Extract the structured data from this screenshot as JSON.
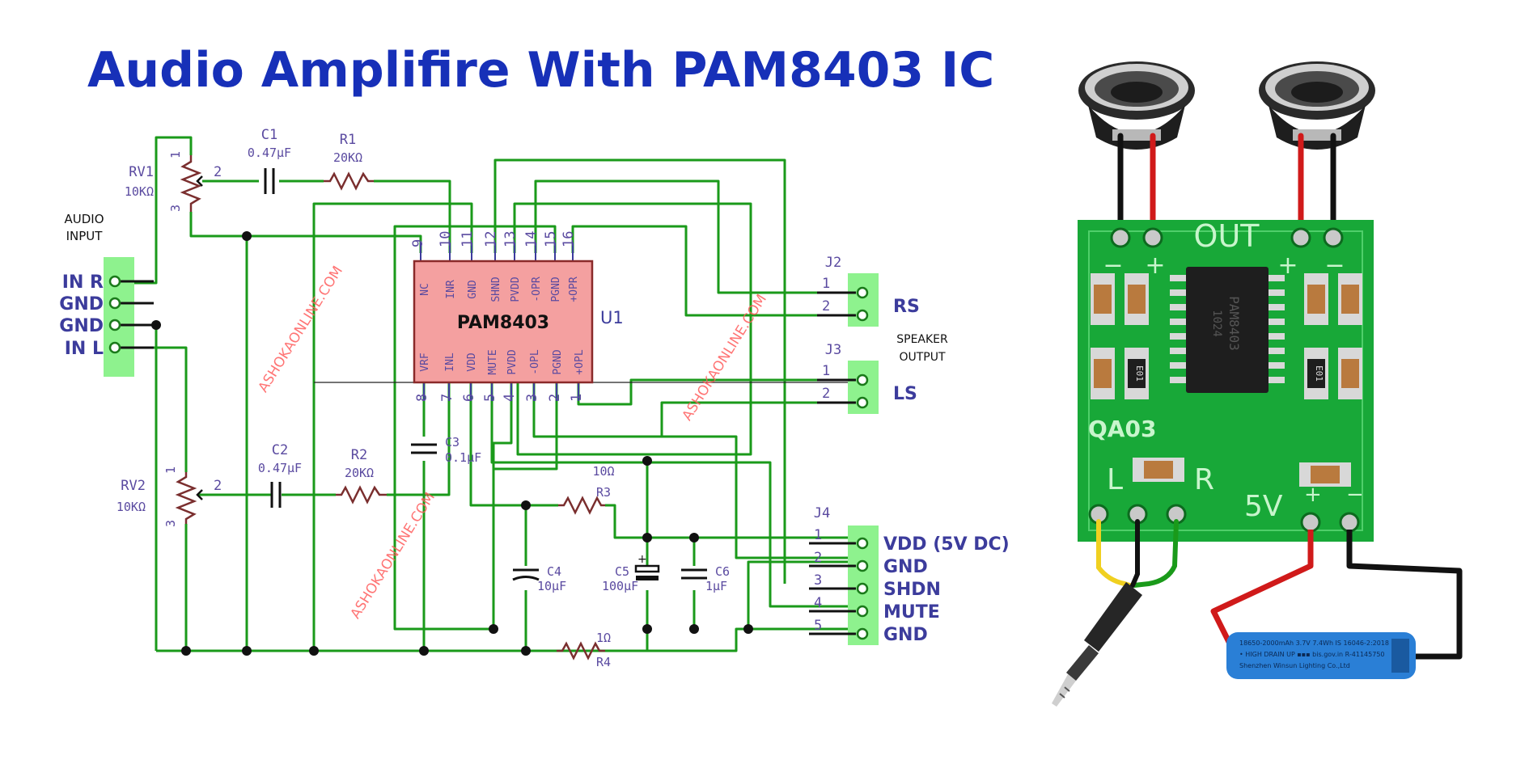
{
  "title": "Audio Amplifire With PAM8403 IC",
  "audio_input": {
    "label_line1": "AUDIO",
    "label_line2": "INPUT",
    "pins": [
      "IN R",
      "GND",
      "GND",
      "IN L"
    ]
  },
  "ic": {
    "name": "PAM8403",
    "ref": "U1",
    "top_pin_numbers": [
      "9",
      "10",
      "11",
      "12",
      "13",
      "14",
      "15",
      "16"
    ],
    "top_pin_names": [
      "NC",
      "INR",
      "GND",
      "SHND",
      "PVDD",
      "-OPR",
      "PGND",
      "+OPR"
    ],
    "bottom_pin_numbers": [
      "8",
      "7",
      "6",
      "5",
      "4",
      "3",
      "2",
      "1"
    ],
    "bottom_pin_names": [
      "VRF",
      "INL",
      "VDD",
      "MUTE",
      "PVDD",
      "-OPL",
      "PGND",
      "+OPL"
    ]
  },
  "components": {
    "rv1": {
      "ref": "RV1",
      "value": "10KΩ",
      "pin1": "1",
      "pin2": "2",
      "pin3": "3"
    },
    "rv2": {
      "ref": "RV2",
      "value": "10KΩ",
      "pin1": "1",
      "pin2": "2",
      "pin3": "3"
    },
    "c1": {
      "ref": "C1",
      "value": "0.47µF"
    },
    "c2": {
      "ref": "C2",
      "value": "0.47µF"
    },
    "r1": {
      "ref": "R1",
      "value": "20KΩ"
    },
    "r2": {
      "ref": "R2",
      "value": "20KΩ"
    },
    "c3": {
      "ref": "C3",
      "value": "0.1µF"
    },
    "r3": {
      "ref": "R3",
      "value": "10Ω"
    },
    "c4": {
      "ref": "C4",
      "value": "10µF"
    },
    "c5": {
      "ref": "C5",
      "value": "100µF"
    },
    "c6": {
      "ref": "C6",
      "value": "1µF"
    },
    "r4": {
      "ref": "R4",
      "value": "1Ω"
    }
  },
  "connectors": {
    "j2": {
      "ref": "J2",
      "pin1": "1",
      "pin2": "2",
      "label": "RS"
    },
    "j3": {
      "ref": "J3",
      "pin1": "1",
      "pin2": "2",
      "label": "LS"
    },
    "speaker_output_line1": "SPEAKER",
    "speaker_output_line2": "OUTPUT",
    "j4": {
      "ref": "J4",
      "pin_numbers": [
        "1",
        "2",
        "3",
        "4",
        "5"
      ],
      "pin_labels": [
        "VDD (5V DC)",
        "GND",
        "SHDN",
        "MUTE",
        "GND"
      ]
    }
  },
  "watermark": "ASHOKAONLINE.COM",
  "board": {
    "out_label": "OUT",
    "plus": "+",
    "minus": "−",
    "board_name": "QA03",
    "l_label": "L",
    "r_label": "R",
    "power_label": "5V",
    "chip_marking_1": "PAM8403",
    "chip_marking_2": "1024",
    "smd_marking": "E01"
  },
  "battery": {
    "line1": "18650-2000mAh 3.7V 7.4Wh IS 16046-2:2018",
    "line2": "• HIGH DRAIN UP ▪▪▪ bis.gov.in R-41145750",
    "line3": "Shenzhen Winsun Lighting Co.,Ltd"
  },
  "colors": {
    "title": "#1730b8",
    "wire": "#1a9a1a",
    "connector": "#8ef28e",
    "ic_body": "#f4a0a0",
    "label_blue": "#3c3c9c",
    "pcb": "#18a838",
    "battery": "#2a7fd6",
    "watermark": "#ff5c5c"
  }
}
